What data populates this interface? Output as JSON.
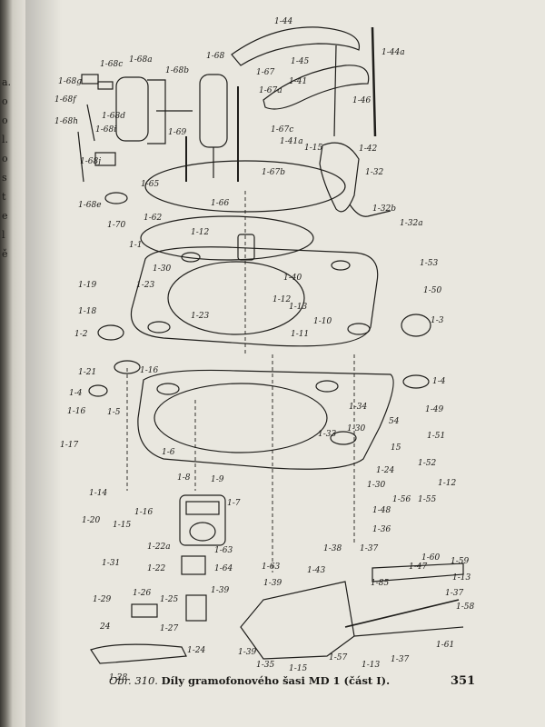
{
  "facing_page_text": [
    "a.",
    "o",
    "o",
    "l.",
    "o",
    "s",
    "t",
    "e",
    "l",
    "ě"
  ],
  "caption": {
    "prefix": "Obr. 310.",
    "text": "Díly gramofonového šasi MD 1 (část I)."
  },
  "page_number": "351",
  "part_labels": [
    "1-44",
    "1-44a",
    "1-45",
    "1-46",
    "1-41",
    "1-67",
    "1-67a",
    "1-67c",
    "1-41a",
    "1-15",
    "1-42",
    "1-67b",
    "1-32",
    "1-32b",
    "1-32a",
    "1-68a",
    "1-68",
    "1-68b",
    "1-68c",
    "1-68g",
    "1-68f",
    "1-68d",
    "1-68h",
    "1-68i",
    "1-68j",
    "1-68e",
    "1-70",
    "1-69",
    "1-65",
    "1-66",
    "1-62",
    "1-1",
    "1-12",
    "1-30",
    "1-23",
    "1-40",
    "1-12",
    "1-13",
    "1-23",
    "1-10",
    "1-11",
    "1-19",
    "1-18",
    "1-2",
    "1-53",
    "1-50",
    "1-3",
    "1-21",
    "1-16",
    "1-4",
    "1-4",
    "1-16",
    "1-5",
    "1-17",
    "1-6",
    "1-34",
    "1-33",
    "1-30",
    "1-49",
    "1-51",
    "1-52",
    "15",
    "54",
    "1-8",
    "1-9",
    "1-7",
    "1-14",
    "1-20",
    "1-15",
    "1-16",
    "1-24",
    "1-12",
    "1-30",
    "1-48",
    "1-56",
    "1-55",
    "1-31",
    "1-22a",
    "1-22",
    "1-63",
    "1-64",
    "1-63",
    "1-39",
    "1-36",
    "1-38",
    "1-37",
    "1-60",
    "1-59",
    "1-13",
    "1-37",
    "1-58",
    "1-47",
    "1-43",
    "1-85",
    "1-29",
    "1-26",
    "1-25",
    "1-39",
    "24",
    "1-27",
    "1-24",
    "1-39",
    "1-35",
    "1-15",
    "1-57",
    "1-13",
    "1-37",
    "1-61",
    "1-28"
  ]
}
